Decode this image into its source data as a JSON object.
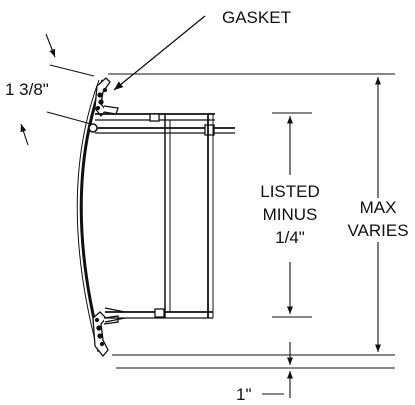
{
  "labels": {
    "gasket": "GASKET",
    "gap_dimension": "1 3/8\"",
    "listed_line1": "LISTED",
    "listed_line2": "MINUS",
    "listed_line3": "1/4\"",
    "max_line1": "MAX",
    "max_line2": "VARIES",
    "bottom_dimension": "1\""
  },
  "colors": {
    "ink": "#111111",
    "background": "#ffffff"
  }
}
